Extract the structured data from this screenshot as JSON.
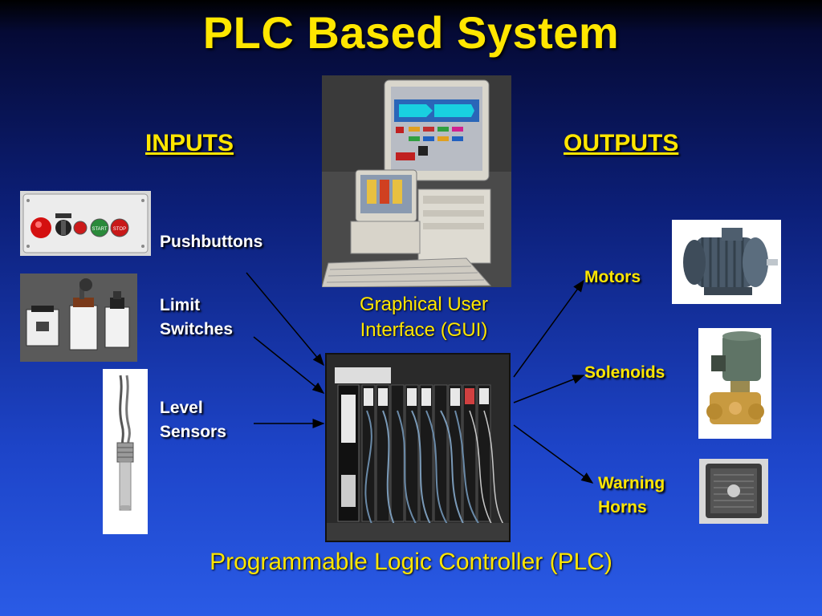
{
  "title": "PLC Based System",
  "inputs_heading": "INPUTS",
  "outputs_heading": "OUTPUTS",
  "inputs": {
    "pushbuttons": "Pushbuttons",
    "limit_line1": "Limit",
    "limit_line2": "Switches",
    "level_line1": "Level",
    "level_line2": "Sensors"
  },
  "outputs": {
    "motors": "Motors",
    "solenoids": "Solenoids",
    "horns_line1": "Warning",
    "horns_line2": "Horns"
  },
  "gui": {
    "line1": "Graphical User",
    "line2": "Interface (GUI)"
  },
  "plc_caption": "Programmable Logic Controller (PLC)",
  "pushbutton_panel": {
    "start": "START",
    "stop": "STOP"
  },
  "colors": {
    "title": "#ffe600",
    "label": "#ffffff",
    "arrow": "#000000"
  }
}
